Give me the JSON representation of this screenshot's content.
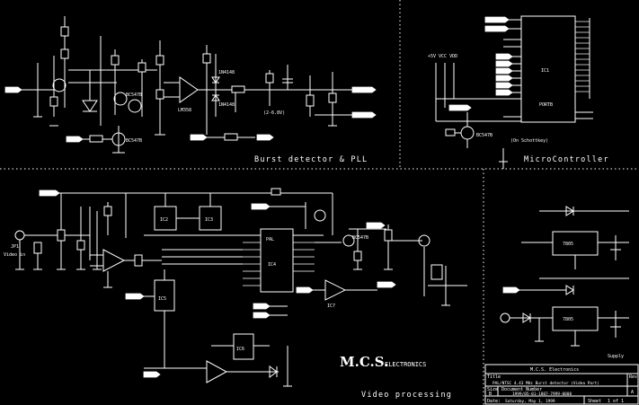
{
  "sections": {
    "burst": "Burst detector & PLL",
    "micro": "MicroController",
    "video": "Video processing",
    "supply": "Supply"
  },
  "logo": {
    "mark": "M.C.S.",
    "text": "ELECTRONICS"
  },
  "labels": {
    "range": "(2-6.8V)",
    "video_in": "Video in",
    "vcc": "+5V VCC VDD",
    "crystal_note": "(On Schottkey)",
    "u1": "IC1",
    "u2": "IC2",
    "u3": "IC3",
    "u4": "IC4",
    "u5": "IC5",
    "u6": "IC6",
    "u7": "IC7",
    "jp1": "JP1",
    "d1": "1N4148",
    "d2": "1N4148",
    "t1": "BC547B",
    "t2": "BC547B",
    "t3": "BC547B",
    "t4": "BC547B",
    "reg1": "7805",
    "reg2": "7805",
    "opamp": "LM358",
    "pal": "PAL",
    "port": "PORTB"
  },
  "titleblock": {
    "company": "M.C.S. Electronics",
    "title_label": "Title",
    "title": "PAL/NTSC 4.43 MHz Burst detector (Video Part)",
    "size_label": "Size",
    "docnum_label": "Document Number",
    "size": "B",
    "docnum": "1999/05-01-1807-7999-0000",
    "rev_label": "Rev",
    "rev": "A",
    "date_label": "Date:",
    "date": "Saturday, May 1, 1999",
    "sheet_label": "Sheet",
    "sheet": "1 of 1"
  },
  "colors": {
    "background": "#000000",
    "ink": "#ffffff"
  }
}
